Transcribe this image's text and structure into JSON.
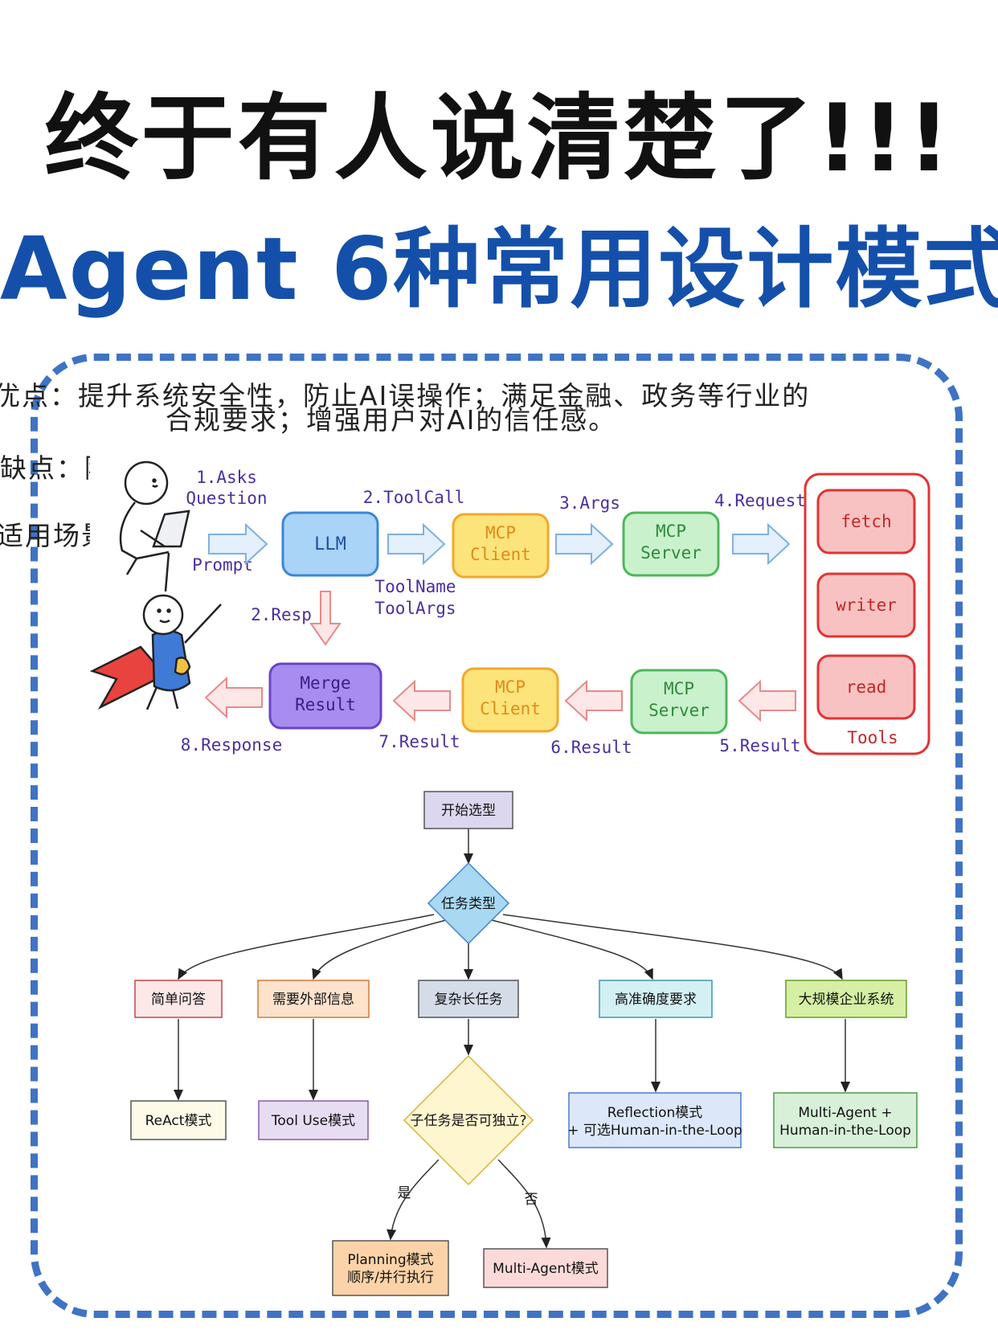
{
  "header": {
    "title_line1": "终于有人说清楚了!!!",
    "title_line2": "Agent 6种常用设计模式"
  },
  "background_text": {
    "advantages_line1": "优点：提升系统安全性，防止AI误操作；满足金融、政务等行业的",
    "advantages_line2": "合规要求；增强用户对AI的信任感。",
    "disadvantages": "缺点：降",
    "scenarios": "适用场景"
  },
  "mcp_flow": {
    "step1_line1": "1.Asks",
    "step1_line2": "Question",
    "prompt": "Prompt",
    "llm": "LLM",
    "step2": "2.ToolCall",
    "toolname": "ToolName",
    "toolargs": "ToolArgs",
    "mcp_client_top_line1": "MCP",
    "mcp_client_top_line2": "Client",
    "step3": "3.Args",
    "mcp_server_top_line1": "MCP",
    "mcp_server_top_line2": "Server",
    "step4": "4.Request",
    "tools": [
      "fetch",
      "writer",
      "read"
    ],
    "tools_label": "Tools",
    "resp": "2.Resp",
    "merge_line1": "Merge",
    "merge_line2": "Result",
    "mcp_client_bottom_line1": "MCP",
    "mcp_client_bottom_line2": "Client",
    "mcp_server_bottom_line1": "MCP",
    "mcp_server_bottom_line2": "Server",
    "step5": "5.Result",
    "step6": "6.Result",
    "step7": "7.Result",
    "step8": "8.Response"
  },
  "decision_flow": {
    "start": "开始选型",
    "task_type": "任务类型",
    "simple_qa": "简单问答",
    "external_info": "需要外部信息",
    "complex_long": "复杂长任务",
    "high_precision": "高准确度要求",
    "enterprise": "大规模企业系统",
    "react": "ReAct模式",
    "tool_use": "Tool Use模式",
    "subtask_question": "子任务是否可独立?",
    "reflection_line1": "Reflection模式",
    "reflection_line2": "+ 可选Human-in-the-Loop",
    "multi_hitl_line1": "Multi-Agent +",
    "multi_hitl_line2": "Human-in-the-Loop",
    "yes": "是",
    "no": "否",
    "planning_line1": "Planning模式",
    "planning_line2": "顺序/并行执行",
    "multi_agent": "Multi-Agent模式"
  },
  "colors": {
    "title_blue": "#1450aa",
    "frame_blue": "#3f73c4",
    "llm_fill": "#a9d4f7",
    "mcp_client_fill": "#fde47a",
    "mcp_server_fill": "#c9f1cc",
    "merge_fill": "#a88cf0",
    "tool_fill": "#f9c2c2",
    "tools_border": "#e03434"
  }
}
